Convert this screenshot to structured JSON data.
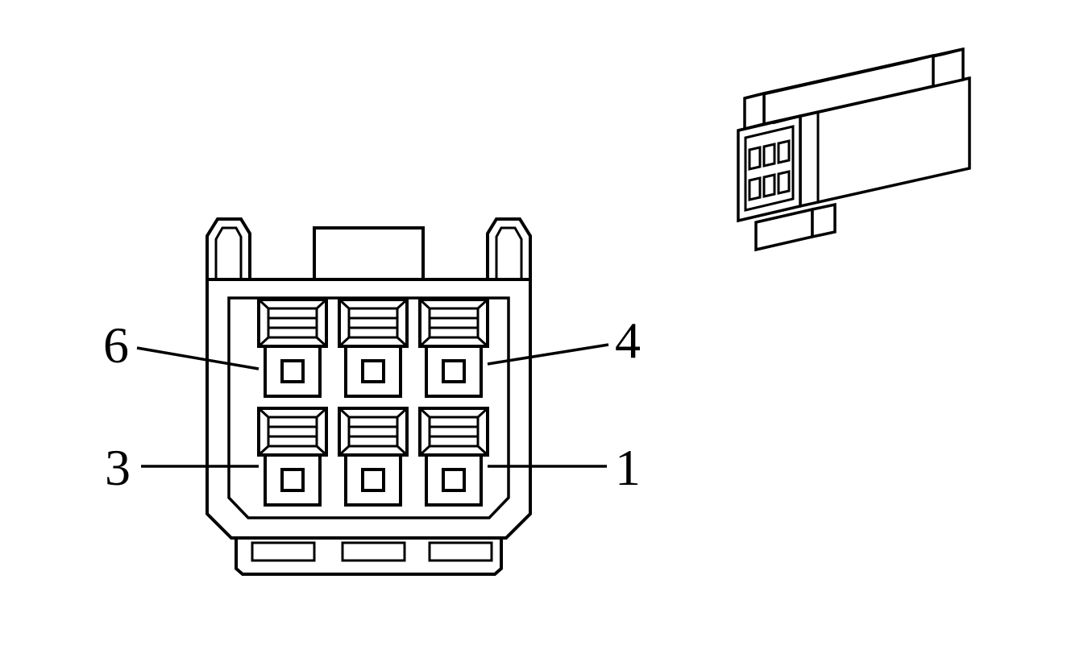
{
  "figure": {
    "description": "Electrical connector diagram: 6-cavity connector face view with pin callouts and isometric housing view",
    "background_color": "#ffffff",
    "line_color": "#000000"
  },
  "callouts": {
    "pin6": "6",
    "pin4": "4",
    "pin3": "3",
    "pin1": "1"
  }
}
